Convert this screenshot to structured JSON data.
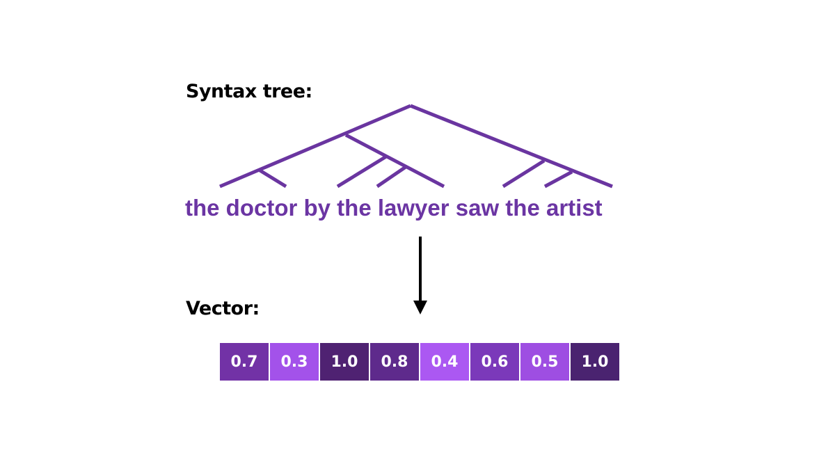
{
  "syntax_label": "Syntax tree:",
  "sentence": "the doctor by the lawyer saw the artist",
  "vector_label": "Vector:",
  "tree_color": "#6a35a0",
  "vector": [
    {
      "value": "0.7",
      "color": "#7232a6"
    },
    {
      "value": "0.3",
      "color": "#a352ea"
    },
    {
      "value": "1.0",
      "color": "#4f2272"
    },
    {
      "value": "0.8",
      "color": "#5e2a8c"
    },
    {
      "value": "0.4",
      "color": "#ab58f2"
    },
    {
      "value": "0.6",
      "color": "#7b39ba"
    },
    {
      "value": "0.5",
      "color": "#9e4ee2"
    },
    {
      "value": "1.0",
      "color": "#4a2370"
    }
  ]
}
